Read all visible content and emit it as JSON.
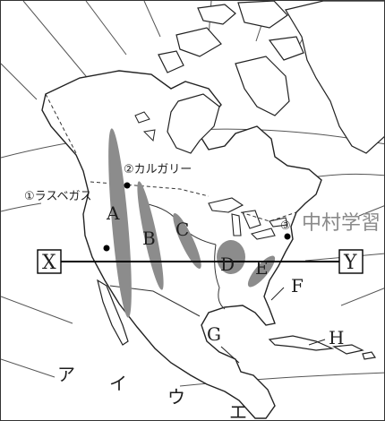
{
  "map": {
    "region_labels": {
      "A": "A",
      "B": "B",
      "C": "C",
      "D": "D",
      "E": "E",
      "F": "F",
      "G": "G",
      "H": "H"
    },
    "endpoint_left": "X",
    "endpoint_right": "Y",
    "cities": {
      "las_vegas": "①ラスベガス",
      "calgary": "②カルガリー",
      "new_york_marker": "③"
    },
    "ocean_labels": [
      "ア",
      "イ",
      "ウ",
      "エ"
    ],
    "watermark": "中村学習"
  }
}
